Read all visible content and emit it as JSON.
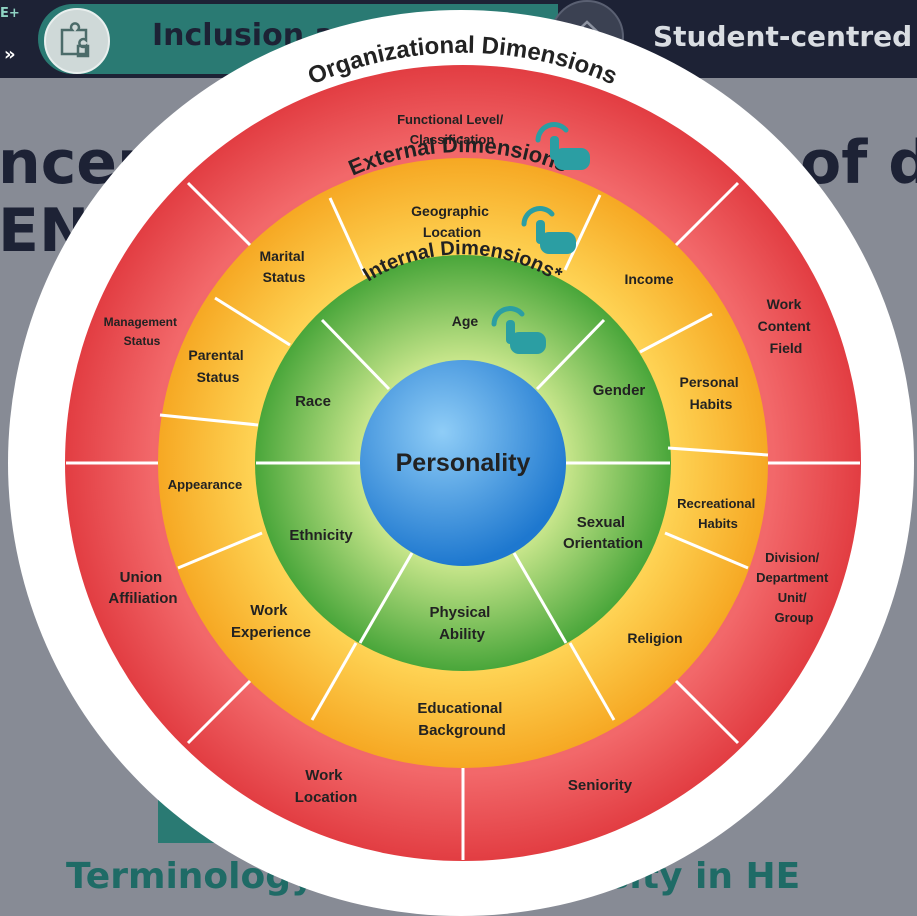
{
  "topbar": {
    "brand": "E+",
    "nav_arrows": "»",
    "tab_inclusion_label": "Inclusion a",
    "tab_student_label": "Student-centred"
  },
  "background": {
    "heading_line1_left": "ncept",
    "heading_line1_right": "of di",
    "heading_line2_left": "EN",
    "footer_left": "Terminology",
    "footer_right": "sity in HE"
  },
  "wheel": {
    "center": "Personality",
    "internal_title": "Internal Dimensions*",
    "external_title": "External Dimensions*",
    "organizational_title": "Organizational Dimensions",
    "internal_items": {
      "age": "Age",
      "gender": "Gender",
      "sexual_orientation": [
        "Sexual",
        "Orientation"
      ],
      "physical_ability": [
        "Physical",
        "Ability"
      ],
      "ethnicity": "Ethnicity",
      "race": "Race"
    },
    "external_items": {
      "geographic_location": [
        "Geographic",
        "Location"
      ],
      "income": "Income",
      "personal_habits": [
        "Personal",
        "Habits"
      ],
      "recreational_habits": [
        "Recreational",
        "Habits"
      ],
      "religion": "Religion",
      "educational_background": [
        "Educational",
        "Background"
      ],
      "work_experience": [
        "Work",
        "Experience"
      ],
      "appearance": "Appearance",
      "parental_status": [
        "Parental",
        "Status"
      ],
      "marital_status": [
        "Marital",
        "Status"
      ]
    },
    "organizational_items": {
      "functional_level": [
        "Functional Level/",
        "Classification"
      ],
      "work_content_field": [
        "Work",
        "Content",
        "Field"
      ],
      "division_department": [
        "Division/",
        "Department",
        "Unit/",
        "Group"
      ],
      "seniority": "Seniority",
      "work_location": [
        "Work",
        "Location"
      ],
      "union_affiliation": [
        "Union",
        "Affiliation"
      ],
      "management_status": [
        "Management",
        "Status"
      ]
    }
  },
  "icons": [
    "puzzle-icon",
    "home-icon",
    "pointing-hand-icon"
  ],
  "colors": {
    "topbar": "#1d2235",
    "teal": "#2a7a73",
    "page_bg": "#878b95",
    "red_ring": "#e94a4d",
    "orange_ring": "#f7b52a",
    "green_ring": "#5fb045",
    "center": "#2b88d8",
    "pointer": "#2b9ea3"
  }
}
